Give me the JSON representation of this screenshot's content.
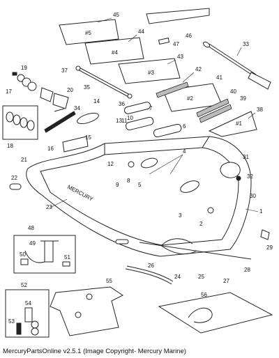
{
  "caption": "MercuryPartsOnline v2.5.1 (Image Copyright- Mercury Marine)",
  "hull_brand": "MERCURY",
  "floor_labels": [
    "#5",
    "#4",
    "#3",
    "#2",
    "#1"
  ],
  "callouts": [
    "1",
    "2",
    "3",
    "4",
    "5",
    "6",
    "7",
    "8",
    "9",
    "10",
    "11",
    "12",
    "13",
    "14",
    "15",
    "16",
    "17",
    "18",
    "19",
    "20",
    "21",
    "22",
    "23",
    "24",
    "25",
    "26",
    "27",
    "28",
    "29",
    "30",
    "31",
    "32",
    "33",
    "34",
    "35",
    "36",
    "37",
    "38",
    "39",
    "40",
    "41",
    "42",
    "43",
    "44",
    "45",
    "46",
    "47",
    "48",
    "49",
    "50",
    "51",
    "52",
    "53",
    "54",
    "55",
    "56"
  ],
  "colors": {
    "line": "#222222",
    "background": "#ffffff"
  }
}
